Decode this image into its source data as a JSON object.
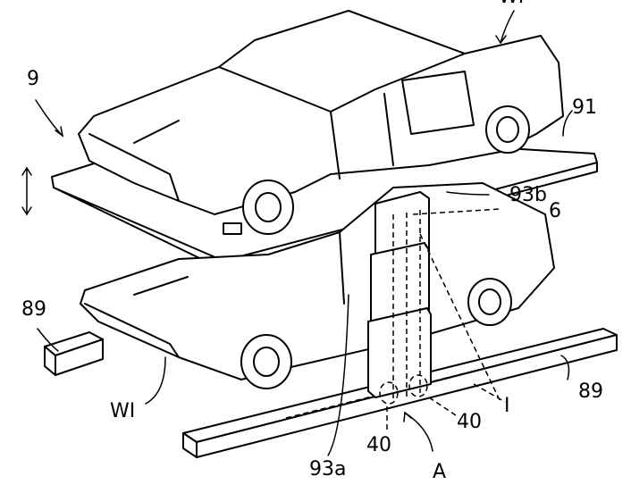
{
  "figure": {
    "title": "Two-level vehicle parking lift (patent line drawing)",
    "labels": {
      "top_vehicle": "WI",
      "lift_device": "9",
      "upper_platform": "91",
      "post_upper": "93b",
      "sensor": "6",
      "rail_left": "89",
      "rail_right": "89",
      "lower_vehicle": "WI",
      "post_lower": "93a",
      "wheel_stop_left": "40",
      "wheel_stop_right": "40",
      "beam": "I",
      "view_arrow": "A"
    }
  }
}
